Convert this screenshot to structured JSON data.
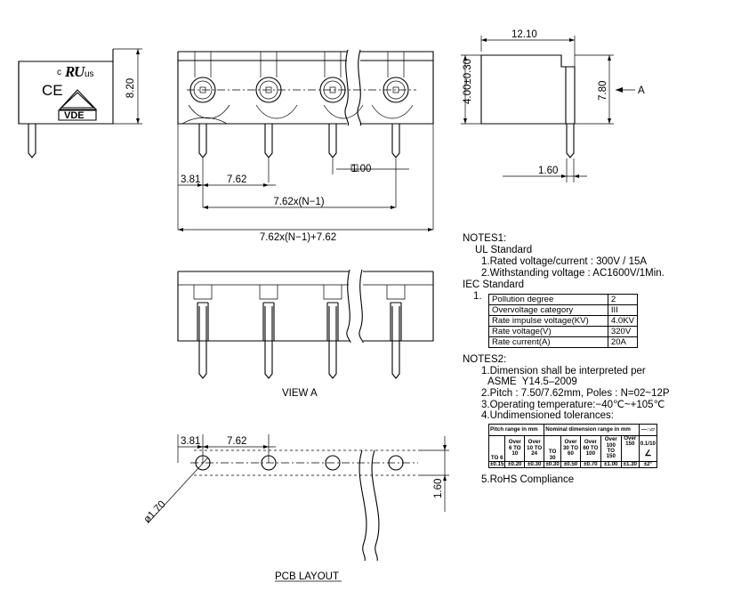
{
  "side_view": {
    "height_dim": "8.20",
    "cert_ul_prefix": "c",
    "cert_ul_suffix": "us",
    "cert_ce": "CE",
    "cert_vde": "VDE"
  },
  "front_view": {
    "pitch_offset": "3.81",
    "pitch": "7.62",
    "pin_square": "1.00",
    "span_inner": "7.62x(N−1)",
    "span_total": "7.62x(N−1)+7.62"
  },
  "right_view": {
    "width_dim": "12.10",
    "height_tol": "4.00±0.30",
    "height_dim": "7.80",
    "arrow_label": "A",
    "pin_dim": "1.60"
  },
  "view_a": {
    "label": "VIEW A"
  },
  "pcb_layout": {
    "offset": "3.81",
    "pitch": "7.62",
    "hole_dia": "ø1.70",
    "row_dim": "1.60",
    "label": "PCB LAYOUT"
  },
  "notes1": {
    "title": "NOTES1:",
    "ul_title": "UL Standard",
    "ul_line1": "1.Rated voltage/current : 300V / 15A",
    "ul_line2": "2.Withstanding voltage : AC1600V/1Min.",
    "iec_title": "IEC Standard",
    "iec_num": "1.",
    "iec_rows": [
      {
        "param": "Pollution degree",
        "value": "2"
      },
      {
        "param": "Overvoltage category",
        "value": "III"
      },
      {
        "param": "Rate impulse voltage(KV)",
        "value": "4.0KV"
      },
      {
        "param": "Rate voltage(V)",
        "value": "320V"
      },
      {
        "param": "Rate current(A)",
        "value": "20A"
      }
    ]
  },
  "notes2": {
    "title": "NOTES2:",
    "line1a": "1.Dimension shall be interpreted per",
    "line1b": "ASME  Y14.5–2009",
    "line2": "2.Pitch : 7.50/7.62mm, Poles : N=02~12P",
    "line3": "3.Operating temperature:−40℃~+105℃",
    "line4": "4.Undimensioned tolerances:",
    "line5": "5.RoHS Compliance",
    "tol_table": {
      "head_pitch": "Pitch range in mm",
      "head_nominal": "Nominal dimension range in mm",
      "head_flat": "—∩▱",
      "pitch_cols": [
        "TO 6",
        "Over 6 TO 10",
        "Over 10 TO 24"
      ],
      "nominal_cols": [
        "TO 30",
        "Over 30 TO 60",
        "Over 60 TO 100",
        "Over 100 TO 150",
        "Over 150"
      ],
      "flat_value": "0.1/10",
      "angle_sym": "∠",
      "pitch_tols": [
        "±0.15",
        "±0.20",
        "±0.30"
      ],
      "nominal_tols": [
        "±0.30",
        "±0.50",
        "±0.70",
        "±1.00",
        "±1.30"
      ],
      "angle_tol": "±2°"
    }
  }
}
